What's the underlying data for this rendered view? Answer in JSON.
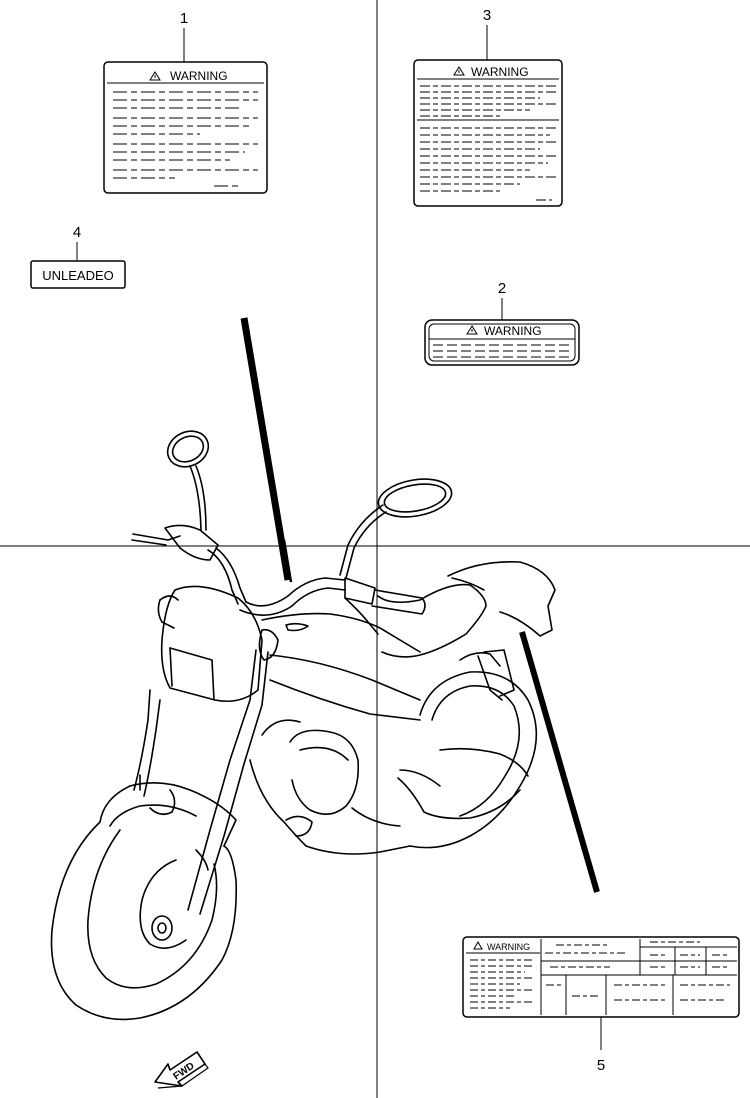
{
  "callouts": [
    "1",
    "2",
    "3",
    "4",
    "5"
  ],
  "labels": {
    "l1_title": "WARNING",
    "l2_title": "WARNING",
    "l3_title": "WARNING",
    "l4_text": "UNLEADEO",
    "l5_title": "WARNING"
  },
  "fwd_text": "FWD",
  "icons": [
    "warning-triangle-icon",
    "fwd-arrow-icon"
  ]
}
